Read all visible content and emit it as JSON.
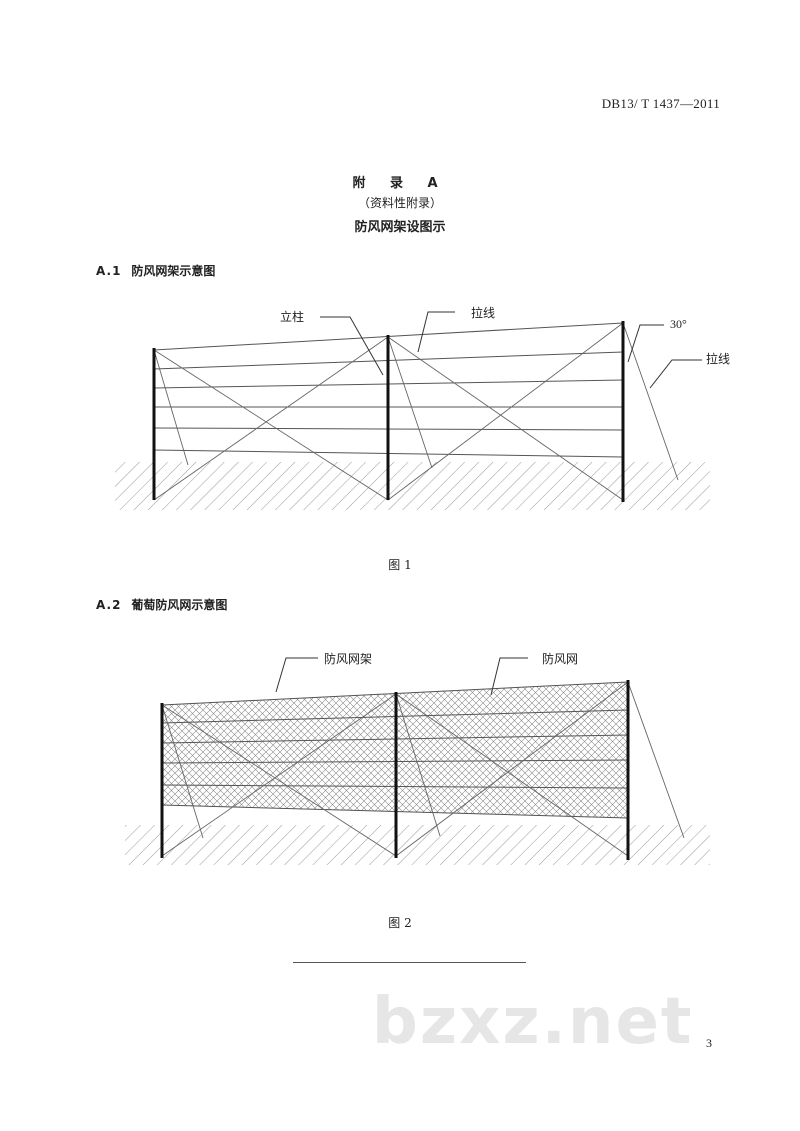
{
  "header": {
    "standard_code": "DB13/ T 1437—2011"
  },
  "appendix": {
    "title": "附 录 A",
    "subtitle": "（资料性附录）",
    "heading": "防风网架设图示"
  },
  "section_1": {
    "number": "A.1",
    "title": "防风网架示意图",
    "labels": {
      "post": "立柱",
      "guy_wire_top": "拉线",
      "angle": "30°",
      "guy_wire_side": "拉线"
    },
    "caption": "图 1"
  },
  "section_2": {
    "number": "A.2",
    "title": "葡萄防风网示意图",
    "labels": {
      "frame": "防风网架",
      "net": "防风网"
    },
    "caption": "图 2"
  },
  "footer": {
    "watermark": "bzxz.net",
    "page_number": "3"
  }
}
